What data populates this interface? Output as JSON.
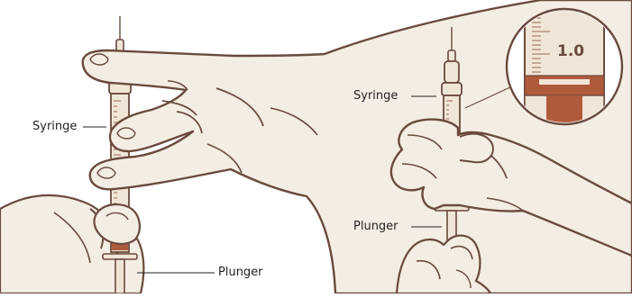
{
  "colors": {
    "skin": "#f3ede3",
    "outline": "#6a4a3e",
    "barrel": "#f0e6d8",
    "plunger_rubber": "#b05a3c",
    "scale": "#9a6a52",
    "label_text": "#231f20",
    "leader_line": "#231f20"
  },
  "icons": {
    "left_panel": "syringe-held-vertical-fingers-flicking-icon",
    "right_panel": "syringe-plunger-pulled-icon",
    "magnifier": "magnified-scale-circle-icon"
  },
  "left_panel": {
    "syringe_label": "Syringe",
    "plunger_label": "Plunger"
  },
  "right_panel": {
    "syringe_label": "Syringe",
    "plunger_label": "Plunger",
    "magnifier_value": "1.0"
  }
}
